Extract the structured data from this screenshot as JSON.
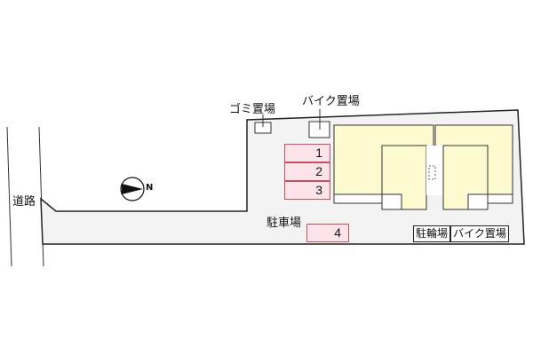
{
  "map": {
    "type": "site-plan",
    "orientation": "north points right",
    "labels": {
      "road": "道路",
      "trash": "ゴミ置場",
      "bike_top": "バイク置場",
      "parking": "駐車場",
      "bicycle": "駐輪場",
      "bike_bottom": "バイク置場",
      "compass_letter": "N"
    },
    "parking_spaces": [
      {
        "number": "1"
      },
      {
        "number": "2"
      },
      {
        "number": "3"
      },
      {
        "number": "4"
      }
    ],
    "colors": {
      "lot_fill": "#f3f3f3",
      "building_fill": "#fdfad0",
      "parking_fill": "#fde3ea",
      "parking_border": "#c2545f",
      "outline": "#222222"
    }
  }
}
